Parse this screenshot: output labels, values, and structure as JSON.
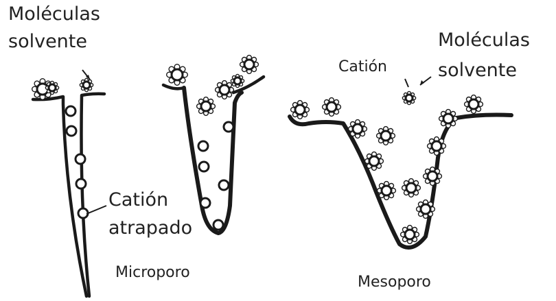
{
  "labels": {
    "solvent_left_line1": "Moléculas",
    "solvent_left_line2": "solvente",
    "solvent_right_line1": "Moléculas",
    "solvent_right_line2": "solvente",
    "cation": "Catión",
    "trapped_line1": "Catión",
    "trapped_line2": "atrapado",
    "micropore": "Microporo",
    "mesopore": "Mesoporo"
  }
}
